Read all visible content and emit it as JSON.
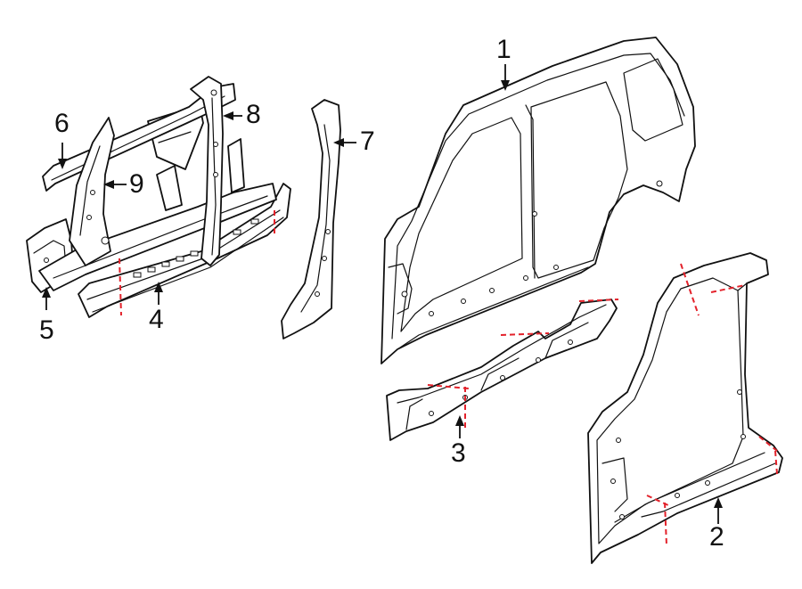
{
  "callouts": [
    {
      "id": "1",
      "label": "1"
    },
    {
      "id": "2",
      "label": "2"
    },
    {
      "id": "3",
      "label": "3"
    },
    {
      "id": "4",
      "label": "4"
    },
    {
      "id": "5",
      "label": "5"
    },
    {
      "id": "6",
      "label": "6"
    },
    {
      "id": "7",
      "label": "7"
    },
    {
      "id": "8",
      "label": "8"
    },
    {
      "id": "9",
      "label": "9"
    }
  ],
  "colors": {
    "line": "#111111",
    "cut_line": "#e3222b",
    "background": "#ffffff"
  }
}
